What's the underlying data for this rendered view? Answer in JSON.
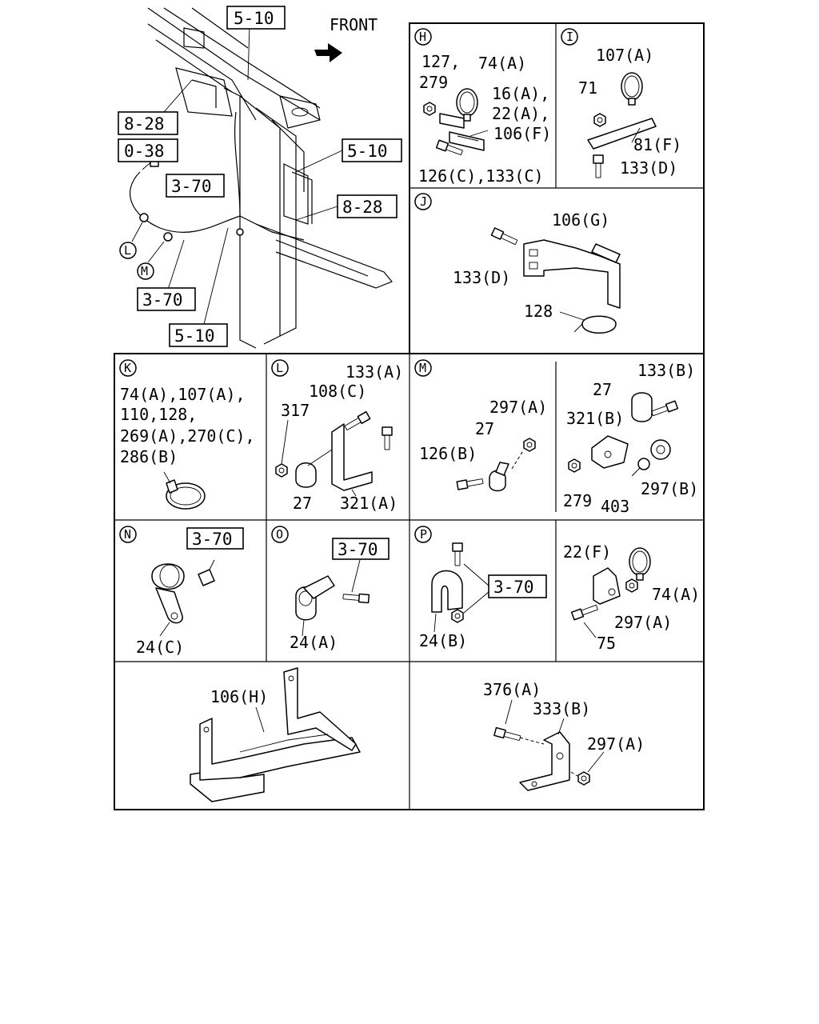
{
  "main_view": {
    "front_label": "FRONT",
    "callouts": {
      "ref_5_10_top": "5-10",
      "ref_8_28_left": "8-28",
      "ref_0_38": "0-38",
      "ref_3_70_upper": "3-70",
      "ref_5_10_right": "5-10",
      "ref_8_28_right": "8-28",
      "ref_3_70_lower": "3-70",
      "ref_5_10_bottom": "5-10",
      "mark_L": "L",
      "mark_M": "M"
    }
  },
  "panels": {
    "H": {
      "letter": "H",
      "labels": [
        "127,",
        "74(A)",
        "279",
        "16(A),",
        "22(A),",
        "106(F)",
        "126(C),133(C)"
      ]
    },
    "I": {
      "letter": "I",
      "labels": [
        "107(A)",
        "71",
        "81(F)",
        "133(D)"
      ]
    },
    "J": {
      "letter": "J",
      "labels": [
        "106(G)",
        "133(D)",
        "128"
      ]
    },
    "K": {
      "letter": "K",
      "labels": [
        "74(A),107(A),",
        "110,128,",
        "269(A),270(C),",
        "286(B)"
      ]
    },
    "L": {
      "letter": "L",
      "labels": [
        "133(A)",
        "108(C)",
        "317",
        "27",
        "321(A)"
      ]
    },
    "M": {
      "letter": "M",
      "labels": [
        "297(A)",
        "27",
        "126(B)",
        "133(B)",
        "27",
        "321(B)",
        "279",
        "403",
        "297(B)"
      ]
    },
    "N": {
      "letter": "N",
      "ref": "3-70",
      "labels": [
        "24(C)"
      ]
    },
    "O": {
      "letter": "O",
      "ref": "3-70",
      "labels": [
        "24(A)"
      ]
    },
    "P": {
      "letter": "P",
      "ref": "3-70",
      "labels": [
        "24(B)",
        "22(F)",
        "74(A)",
        "297(A)",
        "75"
      ]
    },
    "Q": {
      "labels": [
        "106(H)"
      ]
    },
    "R": {
      "labels": [
        "376(A)",
        "333(B)",
        "297(A)"
      ]
    }
  }
}
